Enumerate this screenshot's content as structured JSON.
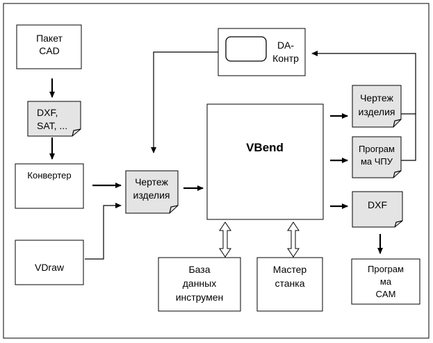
{
  "nodes": {
    "cad_package": {
      "lines": [
        "Пакет",
        "CAD"
      ]
    },
    "dxf_sat_in": {
      "lines": [
        "DXF,",
        "SAT, ..."
      ]
    },
    "converter": {
      "lines": [
        "Конвертер"
      ]
    },
    "vdraw": {
      "lines": [
        "VDraw"
      ]
    },
    "part_drawing_in": {
      "lines": [
        "Чертеж",
        "изделия"
      ]
    },
    "vbend": {
      "lines": [
        "VBend"
      ]
    },
    "da_control": {
      "lines": [
        "DA-",
        "Контр"
      ]
    },
    "part_drawing_out": {
      "lines": [
        "Чертеж",
        "изделия"
      ]
    },
    "cnc_program": {
      "lines": [
        "Програм",
        "ма ЧПУ"
      ]
    },
    "dxf_out": {
      "lines": [
        "DXF"
      ]
    },
    "cam_program": {
      "lines": [
        "Програм",
        "ма",
        "CAM"
      ]
    },
    "tool_database": {
      "lines": [
        "База",
        "данных",
        "инструмен"
      ]
    },
    "machine_wizard": {
      "lines": [
        "Мастер",
        "станка"
      ]
    }
  },
  "colors": {
    "document_fill": "#e4e4e4",
    "stroke": "#000000"
  }
}
